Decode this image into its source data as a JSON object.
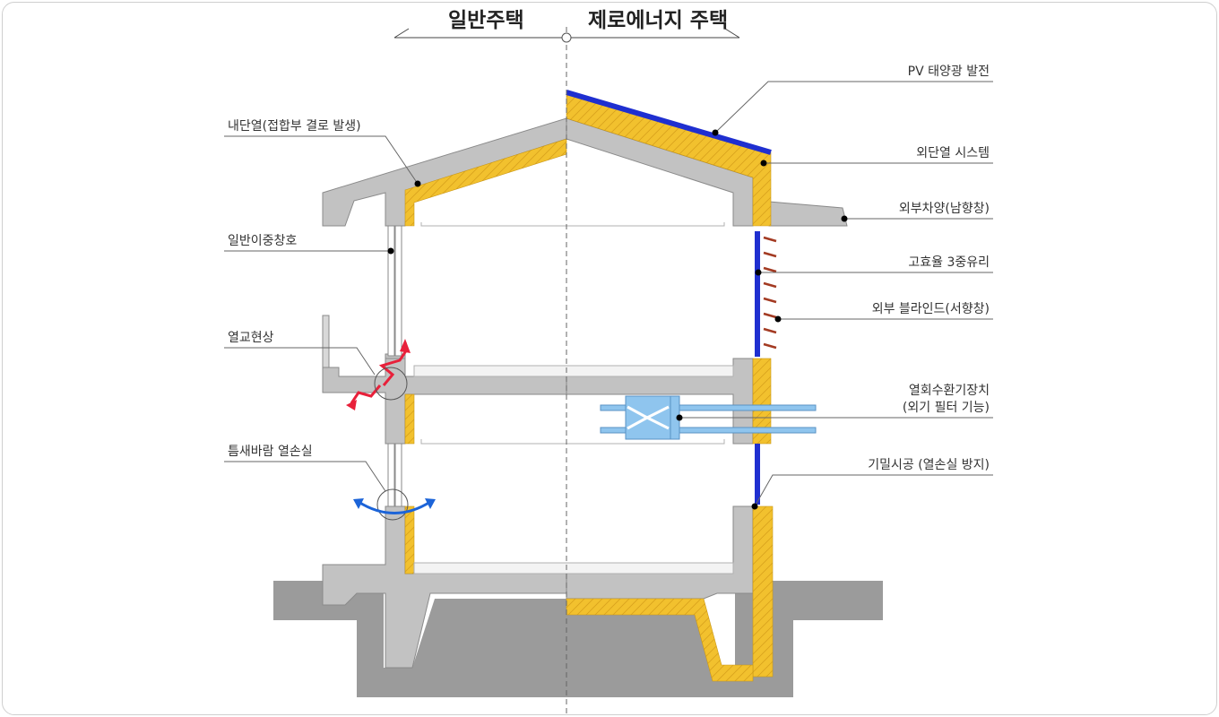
{
  "header": {
    "left_title": "일반주택",
    "right_title": "제로에너지 주택"
  },
  "labels": {
    "inner_insulation": "내단열(접합부 결로 발생)",
    "general_double_window": "일반이중창호",
    "thermal_bridge": "열교현상",
    "draft_heat_loss": "틈새바람 열손실",
    "pv": "PV 태양광 발전",
    "exterior_insulation": "외단열 시스템",
    "exterior_shading": "외부차양(남향창)",
    "triple_glazing": "고효율 3중유리",
    "exterior_blind": "외부 블라인드(서향창)",
    "hrv_line1": "열회수환기장치",
    "hrv_line2": "(외기 필터 기능)",
    "airtight": "기밀시공 (열손실 방지)"
  },
  "colors": {
    "concrete": "#c2c2c2",
    "concrete_stroke": "#8a8a8a",
    "insulation": "#f2c12e",
    "pv_blue": "#1f2fd0",
    "arrow_red": "#e8203a",
    "arrow_blue": "#1c64d8",
    "ground": "#9b9b9b",
    "hrv_fill": "#8fc5ee"
  },
  "icons": {
    "center_marker": "circle-marker-icon",
    "heat_arrow": "wavy-arrow-icon",
    "draft_arrow": "curved-double-arrow-icon"
  }
}
